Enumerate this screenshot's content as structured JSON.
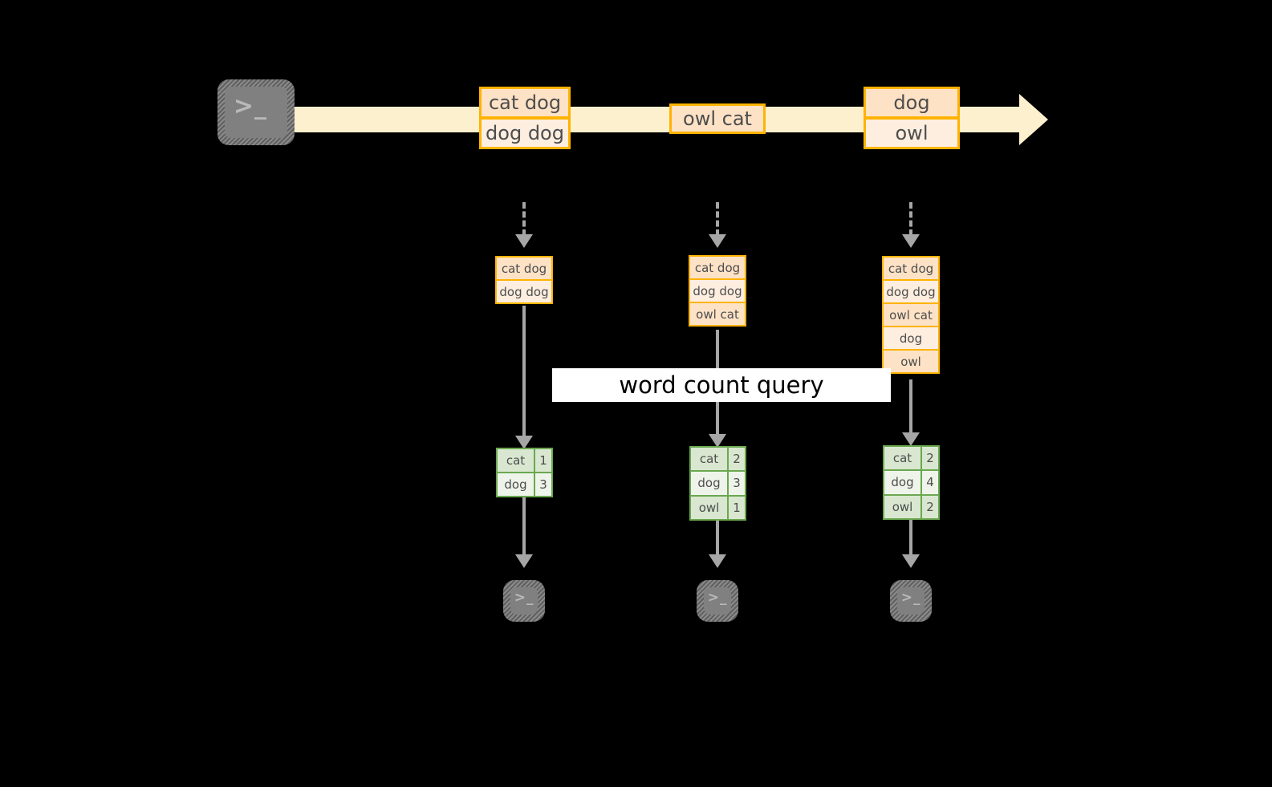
{
  "diagram": {
    "source_terminal": {
      "icon": "terminal-icon",
      "prompt": ">_"
    },
    "stream": {
      "groups": [
        {
          "records": [
            "cat dog",
            "dog dog"
          ]
        },
        {
          "records": [
            "owl cat"
          ]
        },
        {
          "records": [
            "dog",
            "owl"
          ]
        }
      ]
    },
    "columns": [
      {
        "accumulated": [
          "cat dog",
          "dog dog"
        ],
        "result": {
          "rows": [
            {
              "word": "cat",
              "count": "1"
            },
            {
              "word": "dog",
              "count": "3"
            }
          ]
        },
        "sink_terminal": {
          "icon": "terminal-icon",
          "prompt": ">_"
        }
      },
      {
        "accumulated": [
          "cat dog",
          "dog dog",
          "owl cat"
        ],
        "result": {
          "rows": [
            {
              "word": "cat",
              "count": "2"
            },
            {
              "word": "dog",
              "count": "3"
            },
            {
              "word": "owl",
              "count": "1"
            }
          ]
        },
        "sink_terminal": {
          "icon": "terminal-icon",
          "prompt": ">_"
        }
      },
      {
        "accumulated": [
          "cat dog",
          "dog dog",
          "owl cat",
          "dog",
          "owl"
        ],
        "result": {
          "rows": [
            {
              "word": "cat",
              "count": "2"
            },
            {
              "word": "dog",
              "count": "4"
            },
            {
              "word": "owl",
              "count": "2"
            }
          ]
        },
        "sink_terminal": {
          "icon": "terminal-icon",
          "prompt": ">_"
        }
      }
    ],
    "query_label": "word count query",
    "colors": {
      "background": "#000000",
      "stream_band": "#fdf0ce",
      "record_border": "#ffb300",
      "record_fill_dark": "#fde2c6",
      "record_fill_light": "#fdeee0",
      "result_border": "#6aa84f",
      "result_fill_dark": "#d9e7d0",
      "result_fill_light": "#eef4ea",
      "connector": "#a6a6a6",
      "terminal_fill": "#808080",
      "label_background": "#ffffff",
      "text": "#4d4d4d"
    }
  }
}
